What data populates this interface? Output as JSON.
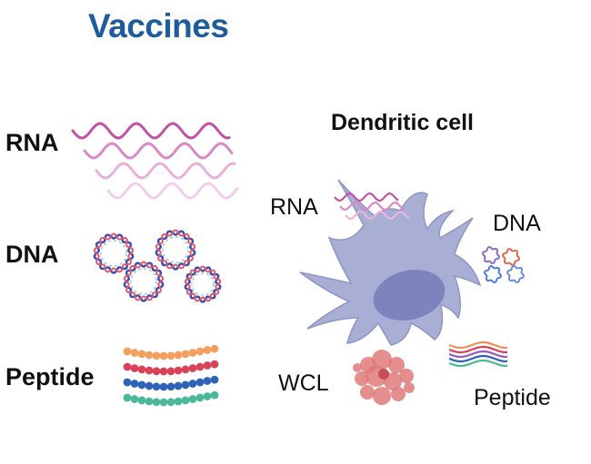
{
  "title": "Vaccines",
  "left_labels": {
    "rna": "RNA",
    "dna": "DNA",
    "peptide": "Peptide"
  },
  "cell": {
    "title": "Dendritic cell",
    "rna": "RNA",
    "dna": "DNA",
    "wcl": "WCL",
    "peptide": "Peptide"
  },
  "colors": {
    "title": "#1e5c9e",
    "cell_body": "#a9aed4",
    "nucleus": "#7d83bd",
    "rna_wave": "#c55aa2",
    "wcl": "#e07a7a",
    "peptide_beads": [
      "#f3a05f",
      "#d9435a",
      "#2f63b8",
      "#4cb89a"
    ]
  }
}
